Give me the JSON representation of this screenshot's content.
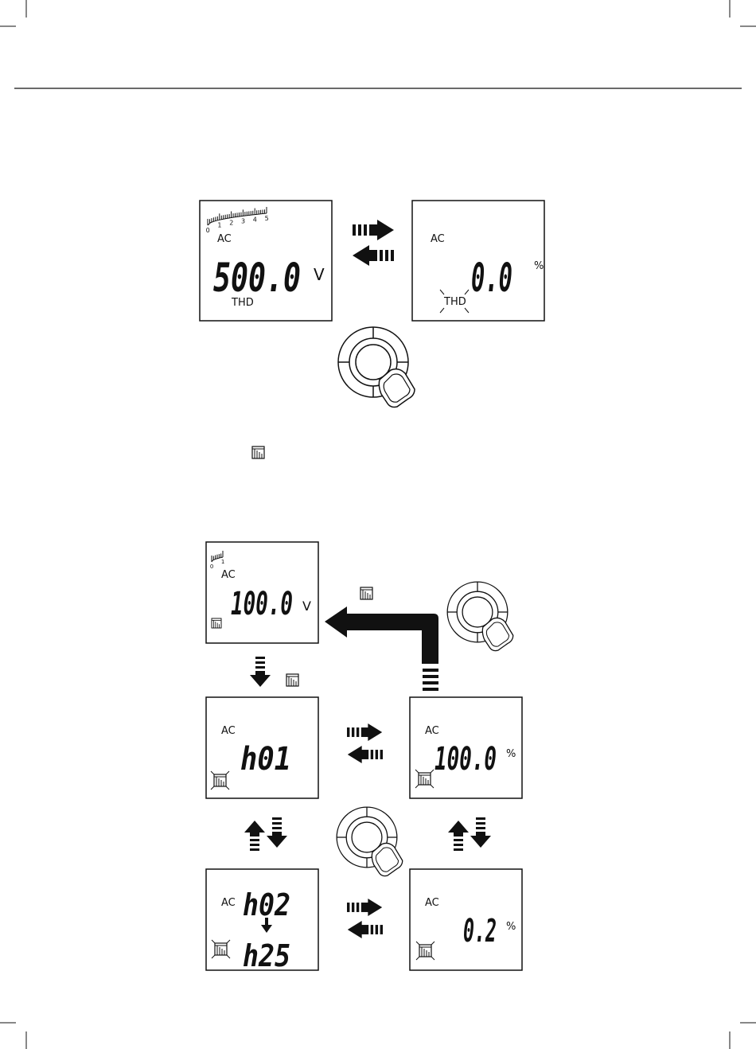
{
  "diagram1": {
    "scale_labels": [
      "0",
      "1",
      "2",
      "3",
      "4",
      "5"
    ],
    "lcd_a": {
      "mode": "AC",
      "value": "500.0",
      "unit": "V",
      "label": "THD"
    },
    "lcd_b": {
      "mode": "AC",
      "value": "0.0",
      "unit": "%",
      "label": "THD"
    }
  },
  "diagram2": {
    "lcd_main": {
      "scale_labels": [
        "0",
        "1"
      ],
      "mode": "AC",
      "value": "100.0",
      "unit": "V"
    },
    "lcd_h01": {
      "mode": "AC",
      "value": "h01"
    },
    "lcd_h01_pct": {
      "mode": "AC",
      "value": "100.0",
      "unit": "%"
    },
    "lcd_hrange": {
      "mode": "AC",
      "value_top": "h02",
      "value_bottom": "h25"
    },
    "lcd_hrange_pct": {
      "mode": "AC",
      "value": "0.2",
      "unit": "%"
    }
  }
}
